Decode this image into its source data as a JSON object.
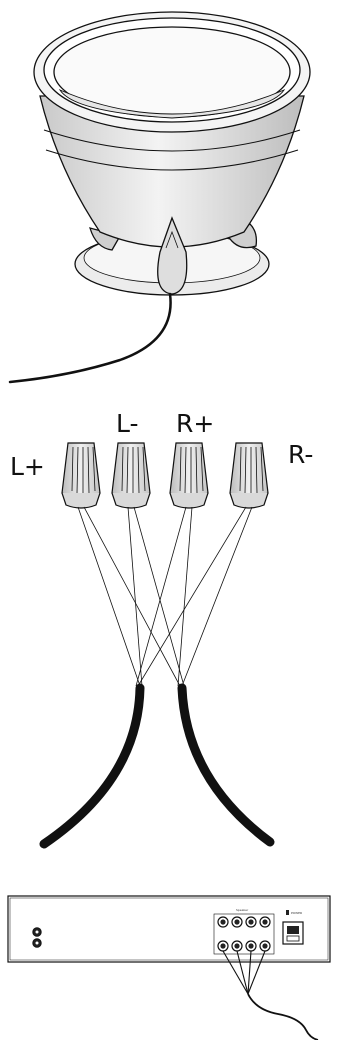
{
  "colors": {
    "line": "#111111",
    "fill_light": "#ededed",
    "fill_mid": "#d8d8d8",
    "fill_dark": "#b5b5b5",
    "cable": "#111111",
    "background": "#ffffff"
  },
  "labels": {
    "l_plus": "L+",
    "l_minus": "L-",
    "r_plus": "R+",
    "r_minus": "R-"
  },
  "amplifier": {
    "panel_text": "Speaker",
    "switch_text": "POWER"
  },
  "icons": {
    "speaker": "planter-speaker-icon",
    "connector": "wire-nut-icon",
    "amplifier": "amplifier-rear-panel-icon"
  }
}
